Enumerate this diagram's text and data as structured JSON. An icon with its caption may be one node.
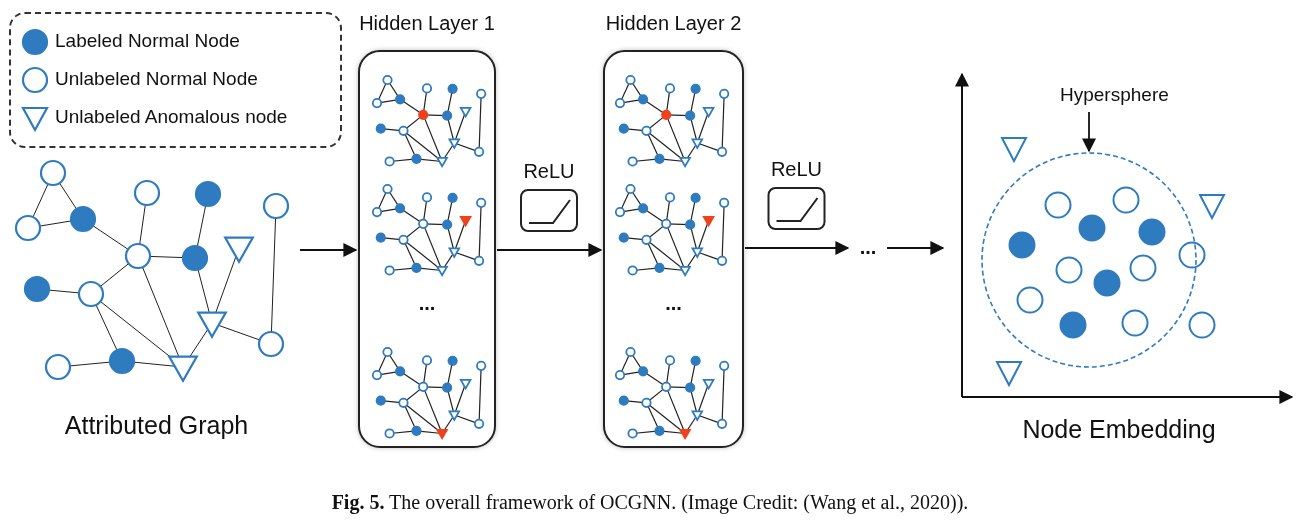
{
  "diagram": {
    "caption": "**Fig. 5.** The overall framework of OCGNN. (Image Credit: (Wang et al., 2020)).",
    "nodes": [
      {
        "text": [
          "Attributed Graph"
        ]
      },
      {
        "text": [
          "Hidden Layer 1",
          "..."
        ]
      },
      {
        "text": [
          "Hidden Layer 2",
          "..."
        ]
      },
      {
        "text": [
          "..."
        ]
      },
      {
        "text": [
          "Node Embedding"
        ]
      },
      {
        "text": [
          "Hypersphere"
        ],
        "in": 4
      },
      {
        "text": [],
        "shape": "circle",
        "in": 4
      }
    ],
    "edges": [
      {
        "from": 0,
        "to": 1,
        "arrow": "to"
      },
      {
        "from": 1,
        "to": 2,
        "arrow": "to",
        "label": "ReLU"
      },
      {
        "from": 2,
        "to": 3,
        "arrow": "to",
        "label": "ReLU"
      },
      {
        "from": 3,
        "to": 4,
        "arrow": "to"
      },
      {
        "from": 5,
        "to": 6,
        "arrow": "to"
      }
    ],
    "legend": [
      {
        "text": "Labeled Normal Node"
      },
      {
        "text": "Unlabeled Normal Node"
      },
      {
        "text": "Unlabeled Anomalous node"
      }
    ]
  }
}
